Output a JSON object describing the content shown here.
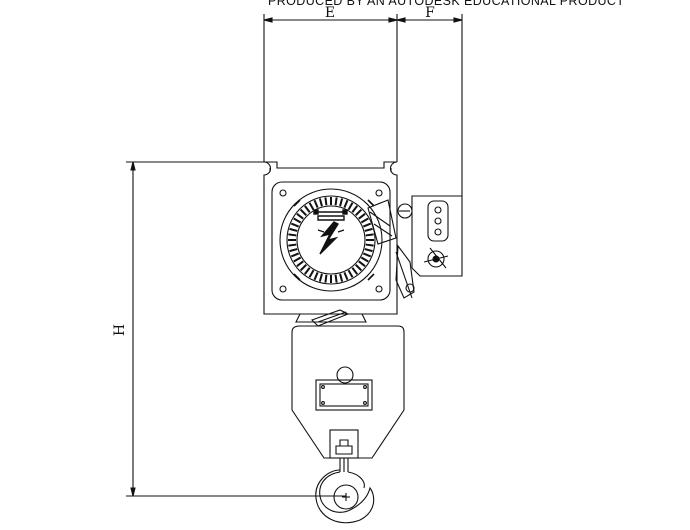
{
  "watermark": "PRODUCED BY AN AUTODESK EDUCATIONAL PRODUCT",
  "dimensions": {
    "width_label": "E",
    "offset_label": "F",
    "height_label": "H"
  }
}
